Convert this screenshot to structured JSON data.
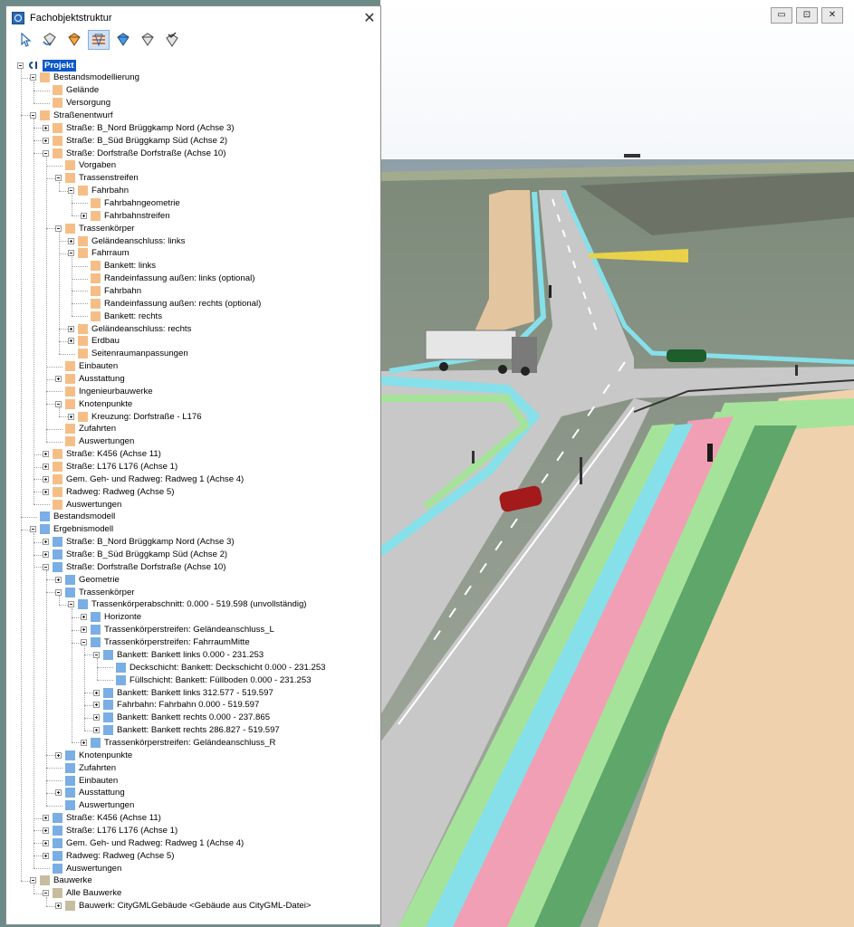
{
  "panel": {
    "title": "Fachobjektstruktur",
    "close_glyph": "✕",
    "toolbar": [
      {
        "name": "select-pointer-icon"
      },
      {
        "name": "link-diamond-icon"
      },
      {
        "name": "diamond-filter-icon"
      },
      {
        "name": "diamond-layers-icon"
      },
      {
        "name": "diamond-blue-icon"
      },
      {
        "name": "diamond-gray-icon"
      },
      {
        "name": "diamond-check-icon"
      }
    ],
    "tree": [
      {
        "label": "Projekt",
        "depth": 0,
        "exp": "minus",
        "icon": "root",
        "selected": true
      },
      {
        "label": "Bestandsmodellierung",
        "depth": 1,
        "exp": "minus",
        "icon": "o"
      },
      {
        "label": "Gelände",
        "depth": 2,
        "exp": "none",
        "icon": "o"
      },
      {
        "label": "Versorgung",
        "depth": 2,
        "exp": "none",
        "icon": "o"
      },
      {
        "label": "Straßenentwurf",
        "depth": 1,
        "exp": "minus",
        "icon": "o"
      },
      {
        "label": "Straße: B_Nord Brüggkamp Nord (Achse 3)",
        "depth": 2,
        "exp": "plus",
        "icon": "o"
      },
      {
        "label": "Straße: B_Süd Brüggkamp Süd (Achse 2)",
        "depth": 2,
        "exp": "plus",
        "icon": "o"
      },
      {
        "label": "Straße: Dorfstraße Dorfstraße (Achse 10)",
        "depth": 2,
        "exp": "minus",
        "icon": "o"
      },
      {
        "label": "Vorgaben",
        "depth": 3,
        "exp": "none",
        "icon": "o"
      },
      {
        "label": "Trassenstreifen",
        "depth": 3,
        "exp": "minus",
        "icon": "o"
      },
      {
        "label": "Fahrbahn",
        "depth": 4,
        "exp": "minus",
        "icon": "o"
      },
      {
        "label": "Fahrbahngeometrie",
        "depth": 5,
        "exp": "none",
        "icon": "o"
      },
      {
        "label": "Fahrbahnstreifen",
        "depth": 5,
        "exp": "plus",
        "icon": "o"
      },
      {
        "label": "Trassenkörper",
        "depth": 3,
        "exp": "minus",
        "icon": "o"
      },
      {
        "label": "Geländeanschluss: links",
        "depth": 4,
        "exp": "plus",
        "icon": "o"
      },
      {
        "label": "Fahrraum",
        "depth": 4,
        "exp": "minus",
        "icon": "o"
      },
      {
        "label": "Bankett: links",
        "depth": 5,
        "exp": "none",
        "icon": "o"
      },
      {
        "label": "Randeinfassung außen: links (optional)",
        "depth": 5,
        "exp": "none",
        "icon": "o"
      },
      {
        "label": "Fahrbahn",
        "depth": 5,
        "exp": "none",
        "icon": "o"
      },
      {
        "label": "Randeinfassung außen: rechts (optional)",
        "depth": 5,
        "exp": "none",
        "icon": "o"
      },
      {
        "label": "Bankett: rechts",
        "depth": 5,
        "exp": "none",
        "icon": "o"
      },
      {
        "label": "Geländeanschluss: rechts",
        "depth": 4,
        "exp": "plus",
        "icon": "o"
      },
      {
        "label": "Erdbau",
        "depth": 4,
        "exp": "plus",
        "icon": "o"
      },
      {
        "label": "Seitenraumanpassungen",
        "depth": 4,
        "exp": "none",
        "icon": "o"
      },
      {
        "label": "Einbauten",
        "depth": 3,
        "exp": "none",
        "icon": "o"
      },
      {
        "label": "Ausstattung",
        "depth": 3,
        "exp": "plus",
        "icon": "o"
      },
      {
        "label": "Ingenieurbauwerke",
        "depth": 3,
        "exp": "none",
        "icon": "o"
      },
      {
        "label": "Knotenpunkte",
        "depth": 3,
        "exp": "minus",
        "icon": "o"
      },
      {
        "label": "Kreuzung: Dorfstraße - L176",
        "depth": 4,
        "exp": "plus",
        "icon": "o"
      },
      {
        "label": "Zufahrten",
        "depth": 3,
        "exp": "none",
        "icon": "o"
      },
      {
        "label": "Auswertungen",
        "depth": 3,
        "exp": "none",
        "icon": "o"
      },
      {
        "label": "Straße: K456 (Achse 11)",
        "depth": 2,
        "exp": "plus",
        "icon": "o"
      },
      {
        "label": "Straße: L176 L176 (Achse 1)",
        "depth": 2,
        "exp": "plus",
        "icon": "o"
      },
      {
        "label": "Gem. Geh- und Radweg: Radweg 1 (Achse 4)",
        "depth": 2,
        "exp": "plus",
        "icon": "o"
      },
      {
        "label": "Radweg: Radweg (Achse 5)",
        "depth": 2,
        "exp": "plus",
        "icon": "o"
      },
      {
        "label": "Auswertungen",
        "depth": 2,
        "exp": "none",
        "icon": "o"
      },
      {
        "label": "Bestandsmodell",
        "depth": 1,
        "exp": "none",
        "icon": "b"
      },
      {
        "label": "Ergebnismodell",
        "depth": 1,
        "exp": "minus",
        "icon": "b"
      },
      {
        "label": "Straße: B_Nord Brüggkamp Nord (Achse 3)",
        "depth": 2,
        "exp": "plus",
        "icon": "b"
      },
      {
        "label": "Straße: B_Süd Brüggkamp Süd (Achse 2)",
        "depth": 2,
        "exp": "plus",
        "icon": "b"
      },
      {
        "label": "Straße: Dorfstraße Dorfstraße (Achse 10)",
        "depth": 2,
        "exp": "minus",
        "icon": "b"
      },
      {
        "label": "Geometrie",
        "depth": 3,
        "exp": "plus",
        "icon": "b"
      },
      {
        "label": "Trassenkörper",
        "depth": 3,
        "exp": "minus",
        "icon": "b"
      },
      {
        "label": "Trassenkörperabschnitt: 0.000 - 519.598 (unvollständig)",
        "depth": 4,
        "exp": "minus",
        "icon": "b"
      },
      {
        "label": "Horizonte",
        "depth": 5,
        "exp": "plus",
        "icon": "b"
      },
      {
        "label": "Trassenkörperstreifen: Geländeanschluss_L",
        "depth": 5,
        "exp": "plus",
        "icon": "b"
      },
      {
        "label": "Trassenkörperstreifen: FahrraumMitte",
        "depth": 5,
        "exp": "minus",
        "icon": "b"
      },
      {
        "label": "Bankett: Bankett links 0.000 - 231.253",
        "depth": 6,
        "exp": "minus",
        "icon": "b"
      },
      {
        "label": "Deckschicht: Bankett: Deckschicht 0.000 - 231.253",
        "depth": 7,
        "exp": "none",
        "icon": "b"
      },
      {
        "label": "Füllschicht: Bankett: Füllboden 0.000 - 231.253",
        "depth": 7,
        "exp": "none",
        "icon": "b"
      },
      {
        "label": "Bankett: Bankett links 312.577 - 519.597",
        "depth": 6,
        "exp": "plus",
        "icon": "b"
      },
      {
        "label": "Fahrbahn: Fahrbahn   0.000 - 519.597",
        "depth": 6,
        "exp": "plus",
        "icon": "b"
      },
      {
        "label": "Bankett: Bankett rechts 0.000 - 237.865",
        "depth": 6,
        "exp": "plus",
        "icon": "b"
      },
      {
        "label": "Bankett: Bankett rechts 286.827 - 519.597",
        "depth": 6,
        "exp": "plus",
        "icon": "b"
      },
      {
        "label": "Trassenkörperstreifen: Geländeanschluss_R",
        "depth": 5,
        "exp": "plus",
        "icon": "b"
      },
      {
        "label": "Knotenpunkte",
        "depth": 3,
        "exp": "plus",
        "icon": "b"
      },
      {
        "label": "Zufahrten",
        "depth": 3,
        "exp": "none",
        "icon": "b"
      },
      {
        "label": "Einbauten",
        "depth": 3,
        "exp": "none",
        "icon": "b"
      },
      {
        "label": "Ausstattung",
        "depth": 3,
        "exp": "plus",
        "icon": "b"
      },
      {
        "label": "Auswertungen",
        "depth": 3,
        "exp": "none",
        "icon": "b"
      },
      {
        "label": "Straße: K456 (Achse 11)",
        "depth": 2,
        "exp": "plus",
        "icon": "b"
      },
      {
        "label": "Straße: L176 L176 (Achse 1)",
        "depth": 2,
        "exp": "plus",
        "icon": "b"
      },
      {
        "label": "Gem. Geh- und Radweg: Radweg 1 (Achse 4)",
        "depth": 2,
        "exp": "plus",
        "icon": "b"
      },
      {
        "label": "Radweg: Radweg (Achse 5)",
        "depth": 2,
        "exp": "plus",
        "icon": "b"
      },
      {
        "label": "Auswertungen",
        "depth": 2,
        "exp": "none",
        "icon": "b"
      },
      {
        "label": "Bauwerke",
        "depth": 1,
        "exp": "minus",
        "icon": "t"
      },
      {
        "label": "Alle Bauwerke",
        "depth": 2,
        "exp": "minus",
        "icon": "t"
      },
      {
        "label": "Bauwerk: CityGMLGebäude <Gebäude aus CityGML-Datei>",
        "depth": 3,
        "exp": "plus",
        "icon": "t"
      }
    ]
  },
  "viewport": {
    "window_buttons": [
      "▭",
      "⊡",
      "✕"
    ],
    "colors": {
      "sky": "#ffffff",
      "terrain": "#9aa296",
      "road": "#c8c8c8",
      "cycle_lane": "#f19fb4",
      "green_strip": "#a6e39a",
      "dark_green_strip": "#5fa66a",
      "cyan_edge": "#86e0ea",
      "sand": "#efd2ad"
    }
  }
}
